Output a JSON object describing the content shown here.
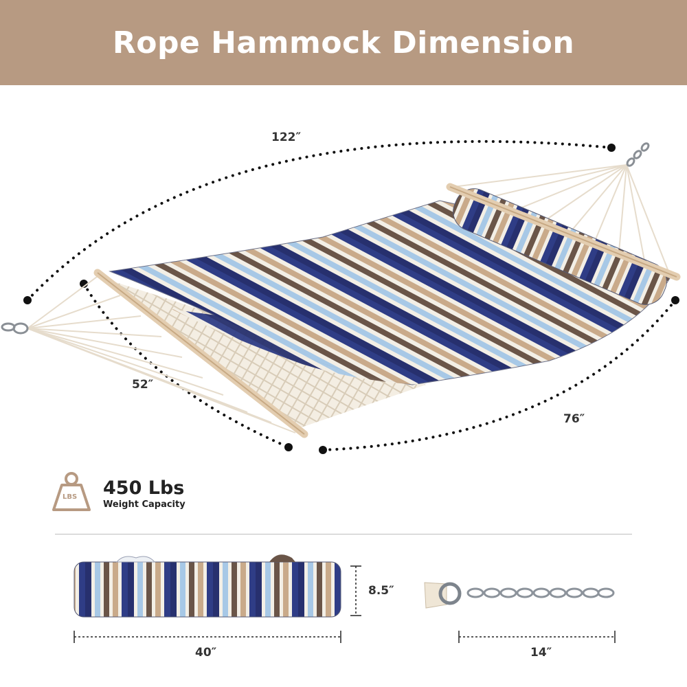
{
  "header": {
    "title": "Rope Hammock Dimension"
  },
  "hammock": {
    "length_label": "122″",
    "width_label": "52″",
    "bed_length_label": "76″"
  },
  "capacity": {
    "icon_text": "LBS",
    "value": "450 Lbs",
    "label": "Weight Capacity"
  },
  "pillow": {
    "length_label": "40″",
    "height_label": "8.5″"
  },
  "chain": {
    "length_label": "14″"
  },
  "colors": {
    "banner": "#b79a82",
    "navy": "#27306e",
    "sky": "#a7c8e6",
    "brown": "#6a5548",
    "tan": "#c9aa8a",
    "cream": "#efe8dc",
    "icon": "#b79a82"
  }
}
